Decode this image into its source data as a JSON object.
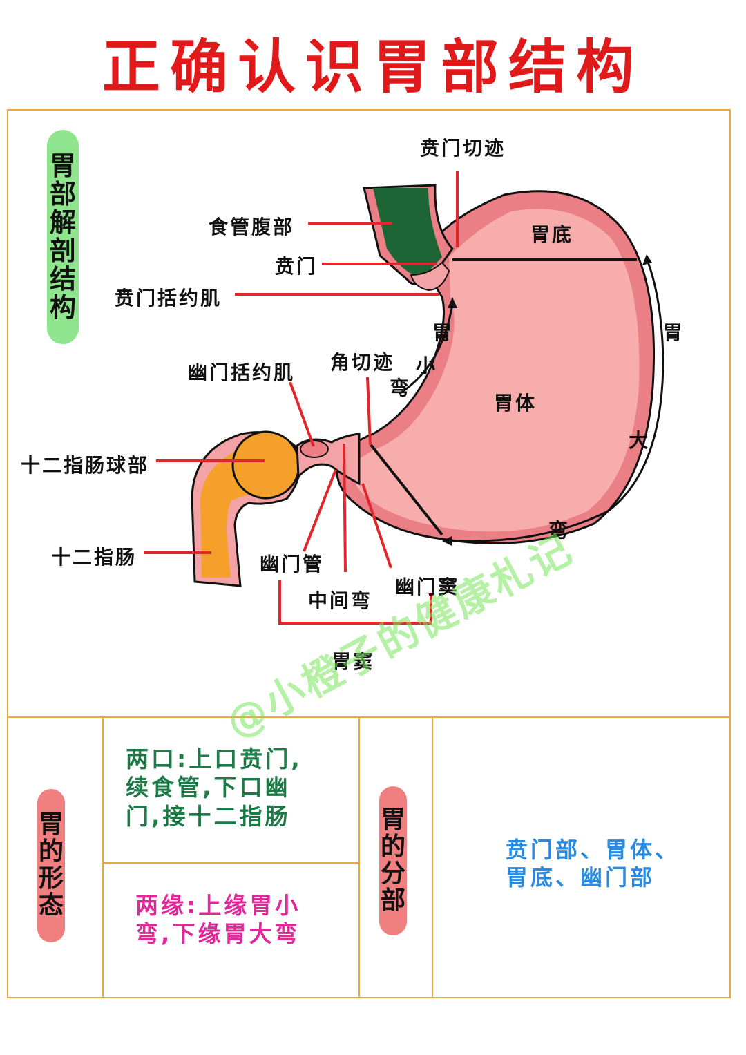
{
  "title": "正确认识胃部结构",
  "section_anatomy": {
    "label": [
      "胃",
      "部",
      "解",
      "剖",
      "结",
      "构"
    ]
  },
  "labels": {
    "cardiac_notch": "贲门切迹",
    "abdominal_esophagus": "食管腹部",
    "cardia": "贲门",
    "cardiac_sphincter": "贲门括约肌",
    "fundus": "胃底",
    "lesser_curvature": [
      "胃",
      "小",
      "弯"
    ],
    "angular_notch": "角切迹",
    "pyloric_sphincter": "幽门括约肌",
    "body": "胃体",
    "greater_curvature": [
      "胃",
      "大",
      "弯"
    ],
    "duodenal_bulb": "十二指肠球部",
    "duodenum": "十二指肠",
    "pyloric_canal": "幽门管",
    "intermediate_sulcus": "中间弯",
    "pyloric_antrum": "幽门窦",
    "gastric_antrum": "胃窦"
  },
  "section_shape": {
    "label": [
      "胃",
      "的",
      "形",
      "态"
    ],
    "openings": "两口:上口贲门,续食管,下口幽门,接十二指肠",
    "openings_lines": [
      "两口:上口贲门,",
      "续食管,下口幽",
      "门,接十二指肠"
    ],
    "margins_lines": [
      "两缘:上缘胃小",
      "弯,下缘胃大弯"
    ]
  },
  "section_parts": {
    "label": [
      "胃",
      "的",
      "分",
      "部"
    ],
    "parts_lines": [
      "贲门部、胃体、",
      "胃底、幽门部"
    ]
  },
  "watermark": "@小橙子的健康札记",
  "colors": {
    "title": "#e01a1a",
    "frame": "#f0a640",
    "stomach_fill": "#f6adab",
    "wall": "#ea7f86",
    "esophagus": "#1d6535",
    "duodenum": "#f5a02a",
    "pointer": "#e0282c",
    "openings_text": "#1b7a45",
    "margins_text": "#e0289a",
    "parts_text": "#2a8adf",
    "pill_green": "#8ee58e",
    "pill_red": "#f07f7f"
  }
}
